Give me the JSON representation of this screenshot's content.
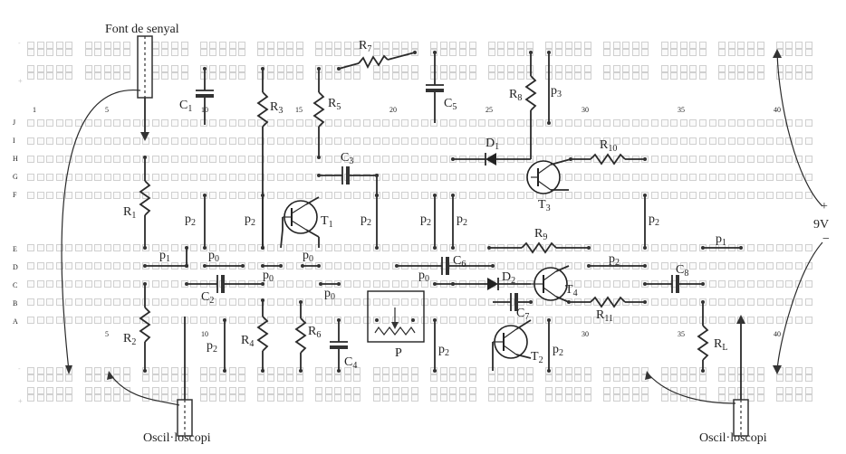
{
  "labels": {
    "source": "Font de senyal",
    "scope_left": "Oscil·loscopi",
    "scope_right": "Oscil·loscopi",
    "supply": "9V",
    "plus": "+",
    "minus": "−"
  },
  "components": {
    "R1": "R",
    "R2": "R",
    "R3": "R",
    "R4": "R",
    "R5": "R",
    "R6": "R",
    "R7": "R",
    "R8": "R",
    "R9": "R",
    "R10": "R",
    "R11": "R",
    "RL": "R",
    "C1": "C",
    "C2": "C",
    "C3": "C",
    "C4": "C",
    "C5": "C",
    "C6": "C",
    "C7": "C",
    "C8": "C",
    "D1": "D",
    "D2": "D",
    "T1": "T",
    "T2": "T",
    "T3": "T",
    "T4": "T",
    "P": "P"
  },
  "subscripts": {
    "R1": "1",
    "R2": "2",
    "R3": "3",
    "R4": "4",
    "R5": "5",
    "R6": "6",
    "R7": "7",
    "R8": "8",
    "R9": "9",
    "R10": "10",
    "R11": "11",
    "RL": "L",
    "C1": "1",
    "C2": "2",
    "C3": "3",
    "C4": "4",
    "C5": "5",
    "C6": "6",
    "C7": "7",
    "C8": "8",
    "D1": "1",
    "D2": "2",
    "T1": "1",
    "T2": "2",
    "T3": "3",
    "T4": "4"
  },
  "jumpers": {
    "p": "p",
    "p0": "0",
    "p1": "1",
    "p2": "2",
    "p3": "3"
  },
  "breadboard": {
    "row_letters_top": [
      "J",
      "I",
      "H",
      "G",
      "F"
    ],
    "row_letters_bottom": [
      "E",
      "D",
      "C",
      "B",
      "A"
    ],
    "column_numbers": [
      "1",
      "5",
      "10",
      "15",
      "20",
      "25",
      "30",
      "35",
      "40"
    ],
    "rail_plus": "+",
    "rail_minus": "-"
  }
}
